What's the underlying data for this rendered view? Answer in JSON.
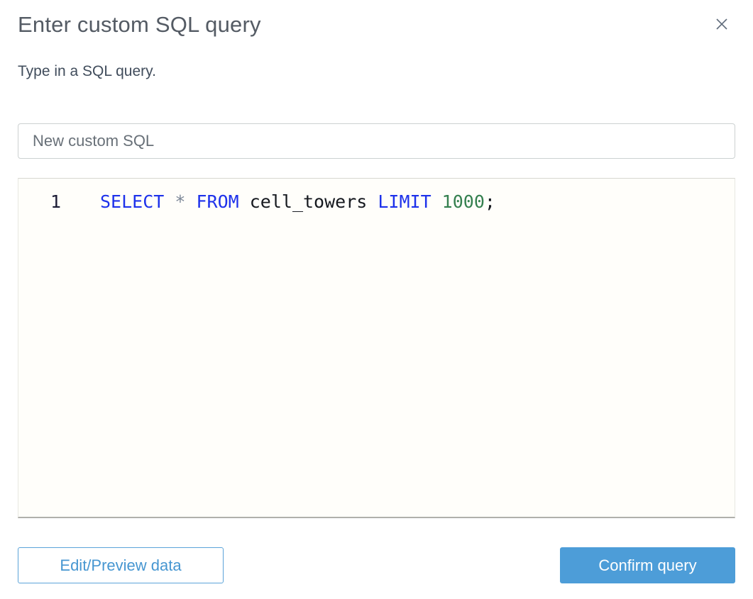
{
  "dialog": {
    "title": "Enter custom SQL query",
    "subtitle": "Type in a SQL query.",
    "close_icon": "close-x"
  },
  "query_name": {
    "value": "New custom SQL"
  },
  "editor": {
    "line_number": "1",
    "query_text": "SELECT * FROM cell_towers LIMIT 1000;",
    "tokens": [
      {
        "text": "SELECT",
        "type": "keyword"
      },
      {
        "text": " * ",
        "type": "operator"
      },
      {
        "text": "FROM",
        "type": "keyword"
      },
      {
        "text": " cell_towers ",
        "type": "identifier"
      },
      {
        "text": "LIMIT",
        "type": "keyword"
      },
      {
        "text": " 1000",
        "type": "number"
      },
      {
        "text": ";",
        "type": "punctuation"
      }
    ]
  },
  "buttons": {
    "edit_preview": "Edit/Preview data",
    "confirm": "Confirm query"
  },
  "colors": {
    "keyword_blue": "#1e32eb",
    "number_green": "#35804f",
    "operator_gray": "#7c8797",
    "accent_blue": "#4d9dd8",
    "title_gray": "#545b64",
    "editor_background": "#fffefa"
  }
}
